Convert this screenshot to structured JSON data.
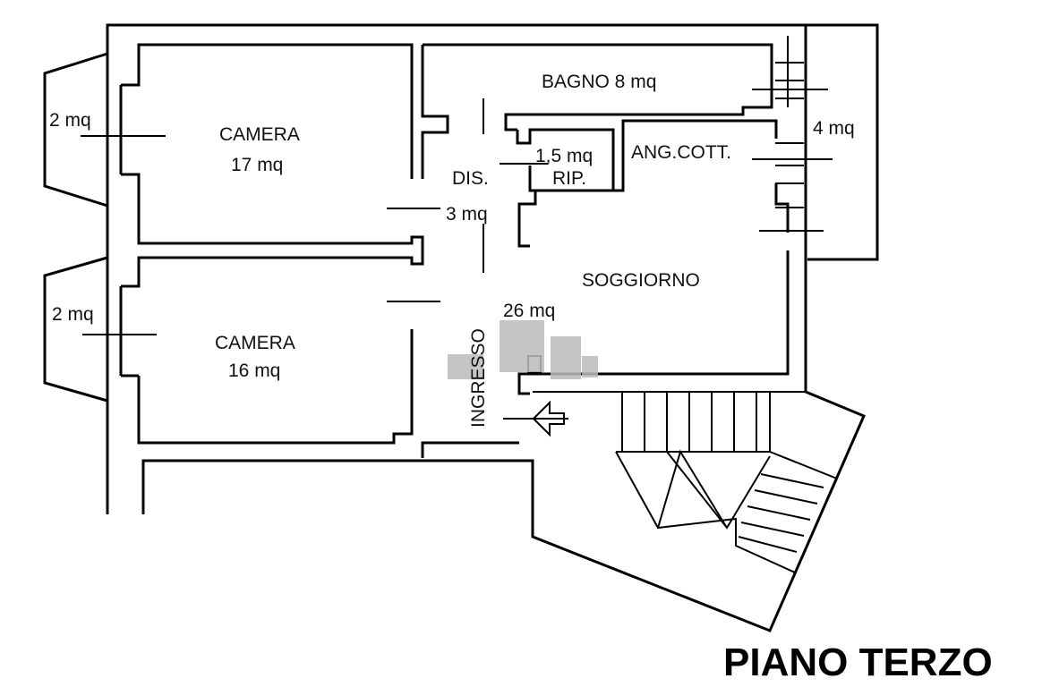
{
  "title": "PIANO TERZO",
  "rooms": {
    "balcony_left_top": "2 mq",
    "balcony_left_bottom": "2 mq",
    "camera_1_name": "CAMERA",
    "camera_1_area": "17 mq",
    "camera_2_name": "CAMERA",
    "camera_2_area": "16 mq",
    "bagno": "BAGNO 8 mq",
    "balcony_right": "4 mq",
    "ripostiglio_area": "1,5 mq",
    "ripostiglio_name": "RIP.",
    "angolo_cottura": "ANG.COTT.",
    "disimpegno_name": "DIS.",
    "disimpegno_area": "3 mq",
    "soggiorno_name": "SOGGIORNO",
    "soggiorno_area": "26 mq",
    "ingresso": "INGRESSO"
  },
  "colors": {
    "ink": "#000000",
    "watermark": "#bcbcbc"
  }
}
